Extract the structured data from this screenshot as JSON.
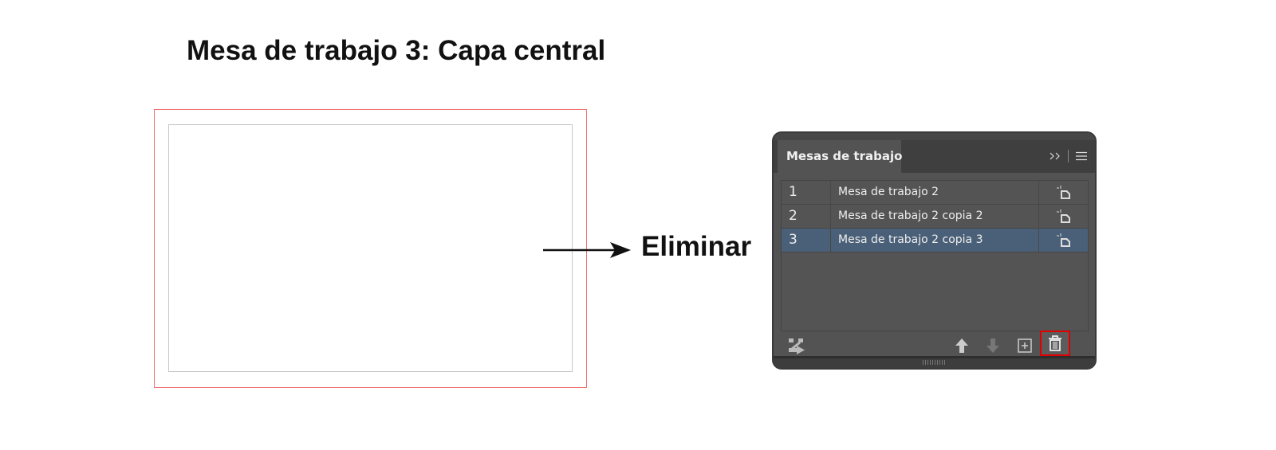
{
  "heading": "Mesa de trabajo 3: Capa central",
  "annotation": "Eliminar",
  "panel": {
    "tab_label": "Mesas de trabajo",
    "rows": [
      {
        "number": "1",
        "name": "Mesa de trabajo 2",
        "selected": false
      },
      {
        "number": "2",
        "name": "Mesa de trabajo 2 copia 2",
        "selected": false
      },
      {
        "number": "3",
        "name": "Mesa de trabajo 2 copia 3",
        "selected": true
      }
    ],
    "selection_color": "#4a6078",
    "highlight_color": "#e00000"
  }
}
